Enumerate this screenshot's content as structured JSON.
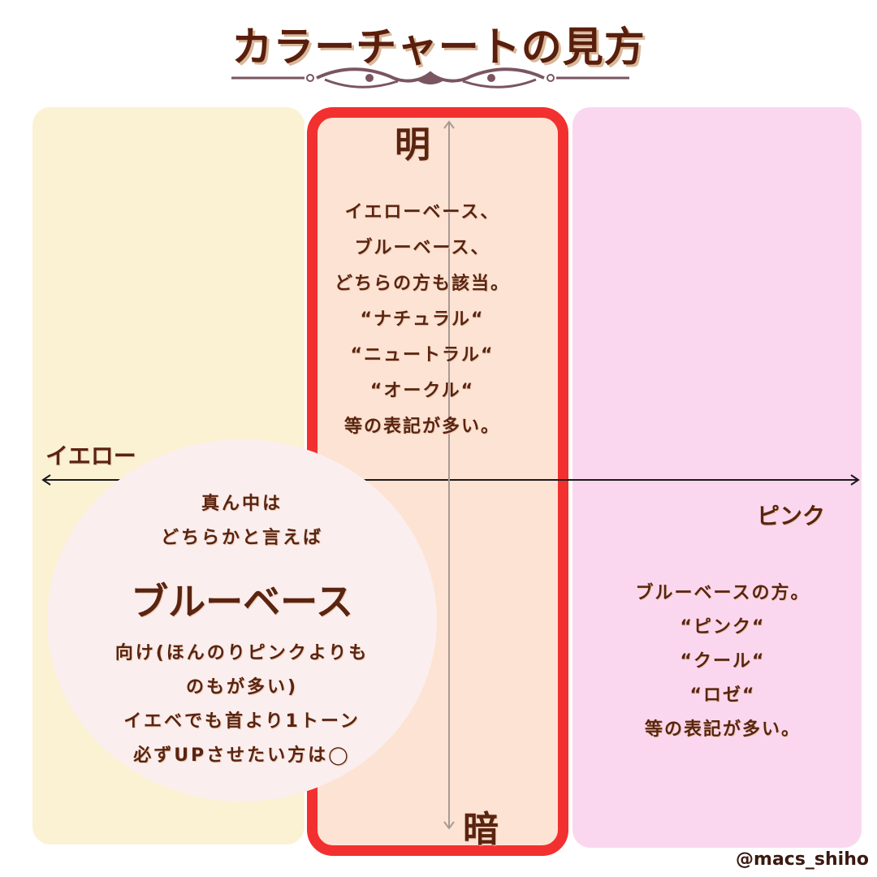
{
  "title": "カラーチャートの見方",
  "axis": {
    "top": "明",
    "bottom": "暗",
    "left": "イエロー",
    "right": "ピンク"
  },
  "center_panel": {
    "lines": [
      "イエローベース、",
      "ブルーベース、",
      "どちらの方も該当。",
      "“ナチュラル“",
      "“ニュートラル“",
      "“オークル“",
      "等の表記が多い。"
    ]
  },
  "pink_panel": {
    "lines": [
      "ブルーベースの方。",
      "“ピンク“",
      "“クール“",
      "“ロゼ“",
      "等の表記が多い。"
    ]
  },
  "circle": {
    "top_lines": [
      "真ん中は",
      "どちらかと言えば"
    ],
    "main": "ブルーベース",
    "bottom_lines": [
      "向け(ほんのりピンクよりも",
      "のもが多い)",
      "イエベでも首より1トーン",
      "必ずUPさせたい方は◯"
    ]
  },
  "handle": "@macs_shiho",
  "colors": {
    "yellow": "#fbf2d4",
    "center": "#fde3d3",
    "border": "#f2302f",
    "pink": "#fbd7ef",
    "circle": "#fbeeee",
    "text": "#5a2410"
  }
}
